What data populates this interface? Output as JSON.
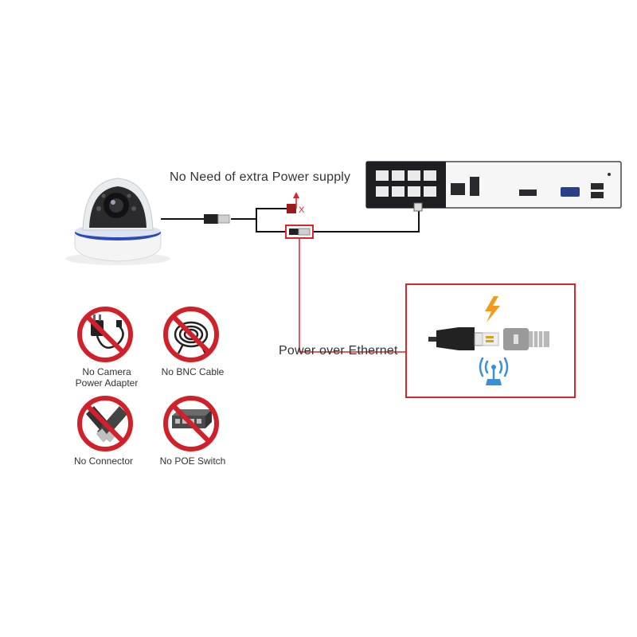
{
  "labels": {
    "no_extra_power": "No Need of extra Power supply",
    "poe": "Power over Ethernet"
  },
  "prohibited": [
    {
      "line1": "No Camera",
      "line2": "Power Adapter",
      "icon": "power-adapter-icon"
    },
    {
      "line1": "No BNC Cable",
      "line2": "",
      "icon": "bnc-cable-icon"
    },
    {
      "line1": "No Connector",
      "line2": "",
      "icon": "bnc-connector-icon"
    },
    {
      "line1": "No POE Switch",
      "line2": "",
      "icon": "poe-switch-icon"
    }
  ],
  "colors": {
    "prohibit_red": "#d0202a",
    "highlight_red": "#d9262c",
    "lightning": "#f29a1c",
    "wifi_blue": "#3a8fd9",
    "nvr_body": "#1e1e22",
    "cable": "#111111"
  }
}
